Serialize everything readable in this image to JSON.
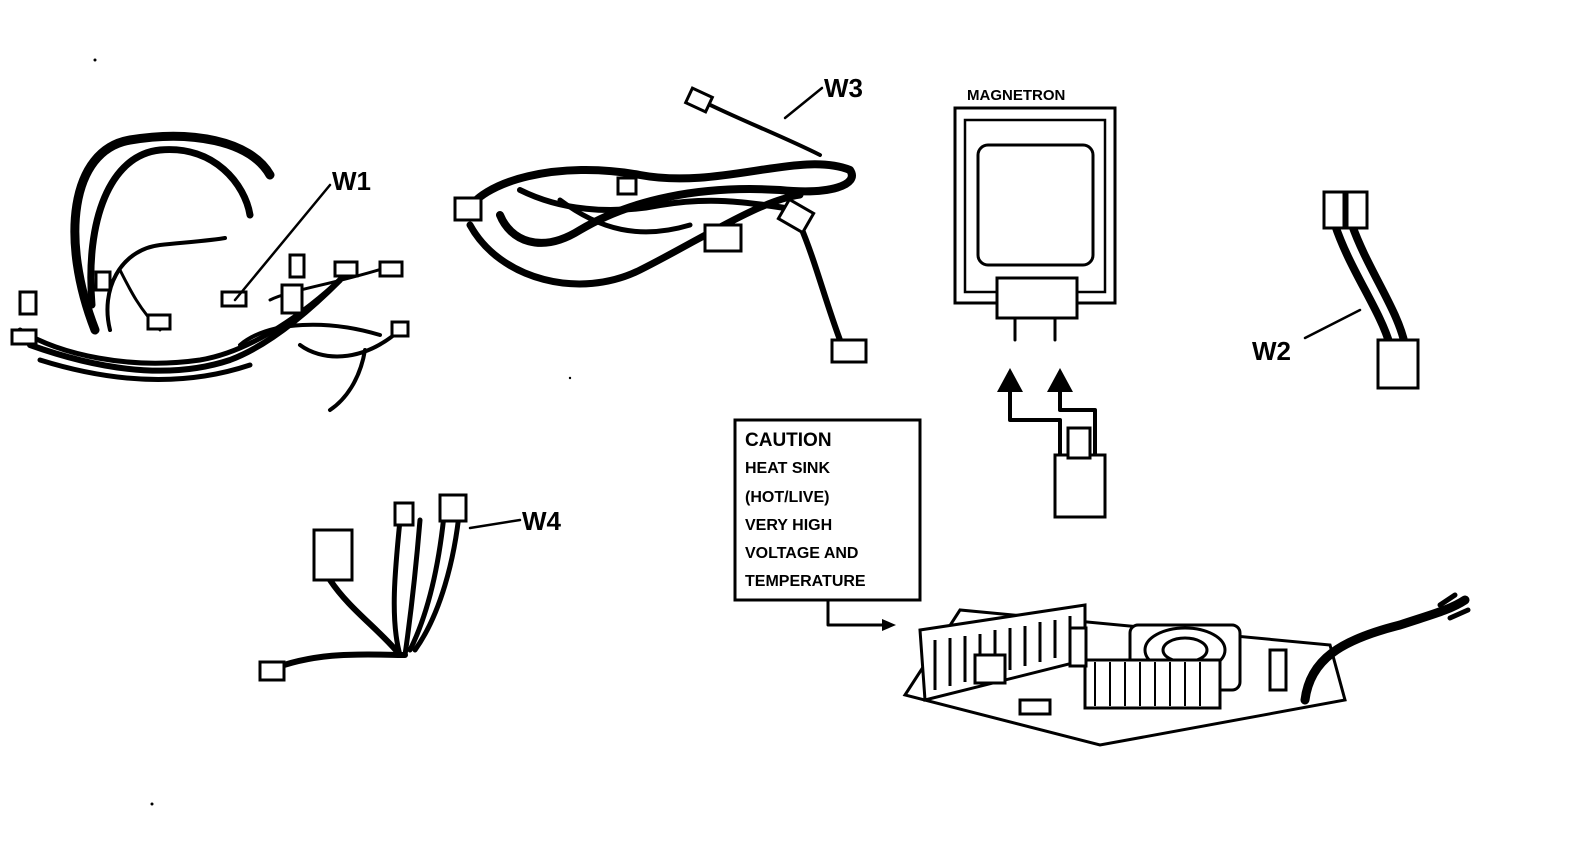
{
  "labels": {
    "w1": "W1",
    "w2": "W2",
    "w3": "W3",
    "w4": "W4",
    "magnetron": "MAGNETRON"
  },
  "caution": {
    "lines": [
      "CAUTION",
      "HEAT SINK",
      "(HOT/LIVE)",
      "VERY HIGH",
      "VOLTAGE AND",
      "TEMPERATURE"
    ]
  }
}
